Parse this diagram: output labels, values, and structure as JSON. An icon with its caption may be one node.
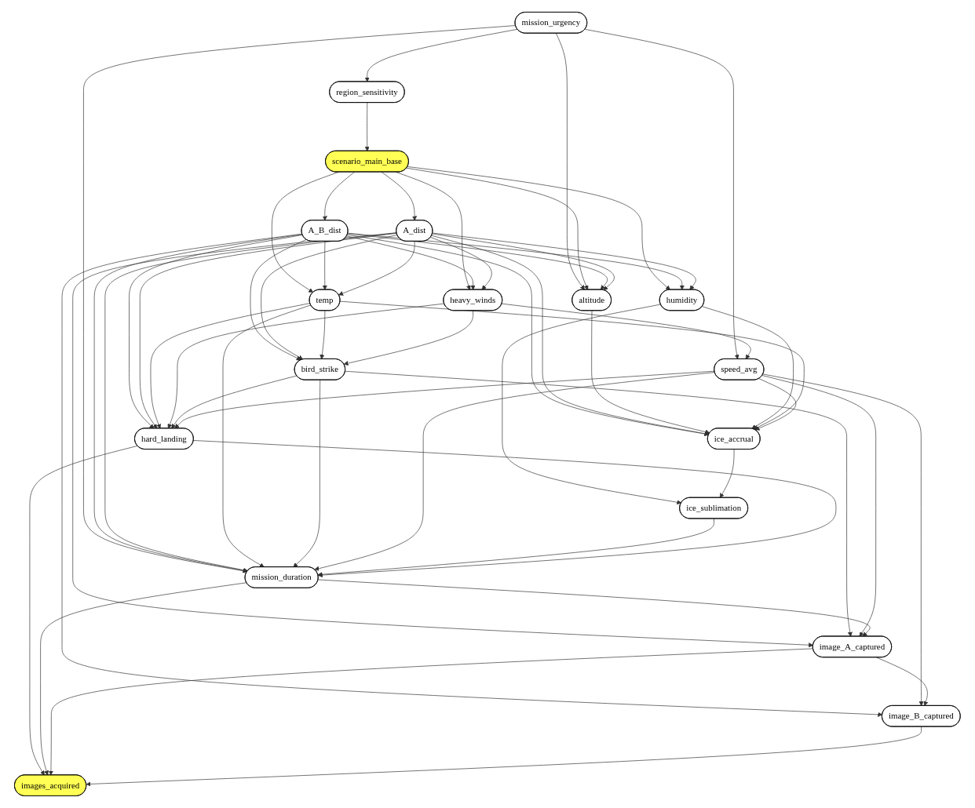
{
  "diagram": {
    "nodes": [
      {
        "text": [
          "mission_urgency"
        ]
      },
      {
        "text": [
          "region_sensitivity"
        ]
      },
      {
        "text": [
          "scenario_main_base"
        ]
      },
      {
        "text": [
          "A_B_dist"
        ]
      },
      {
        "text": [
          "A_dist"
        ]
      },
      {
        "text": [
          "altitude"
        ]
      },
      {
        "text": [
          "humidity"
        ]
      },
      {
        "text": [
          "temp"
        ]
      },
      {
        "text": [
          "heavy_winds"
        ]
      },
      {
        "text": [
          "bird_strike"
        ]
      },
      {
        "text": [
          "speed_avg"
        ]
      },
      {
        "text": [
          "ice_accrual"
        ]
      },
      {
        "text": [
          "hard_landing"
        ]
      },
      {
        "text": [
          "ice_sublimation"
        ]
      },
      {
        "text": [
          "mission_duration"
        ]
      },
      {
        "text": [
          "image_A_captured"
        ]
      },
      {
        "text": [
          "image_B_captured"
        ]
      },
      {
        "text": [
          "images_acquired"
        ]
      }
    ],
    "edges": [
      {
        "from": 0,
        "to": 1,
        "arrow": "to"
      },
      {
        "from": 0,
        "to": 5,
        "arrow": "to"
      },
      {
        "from": 0,
        "to": 14,
        "arrow": "to"
      },
      {
        "from": 0,
        "to": 10,
        "arrow": "to"
      },
      {
        "from": 1,
        "to": 2,
        "arrow": "to"
      },
      {
        "from": 2,
        "to": 3,
        "arrow": "to"
      },
      {
        "from": 2,
        "to": 4,
        "arrow": "to"
      },
      {
        "from": 2,
        "to": 5,
        "arrow": "to"
      },
      {
        "from": 2,
        "to": 6,
        "arrow": "to"
      },
      {
        "from": 2,
        "to": 7,
        "arrow": "to"
      },
      {
        "from": 2,
        "to": 8,
        "arrow": "to"
      },
      {
        "from": 3,
        "to": 5,
        "arrow": "to"
      },
      {
        "from": 3,
        "to": 6,
        "arrow": "to"
      },
      {
        "from": 3,
        "to": 7,
        "arrow": "to"
      },
      {
        "from": 3,
        "to": 8,
        "arrow": "to"
      },
      {
        "from": 3,
        "to": 9,
        "arrow": "to"
      },
      {
        "from": 3,
        "to": 12,
        "arrow": "to"
      },
      {
        "from": 3,
        "to": 11,
        "arrow": "to"
      },
      {
        "from": 3,
        "to": 14,
        "arrow": "to"
      },
      {
        "from": 3,
        "to": 16,
        "arrow": "to"
      },
      {
        "from": 4,
        "to": 5,
        "arrow": "to"
      },
      {
        "from": 4,
        "to": 6,
        "arrow": "to"
      },
      {
        "from": 4,
        "to": 7,
        "arrow": "to"
      },
      {
        "from": 4,
        "to": 8,
        "arrow": "to"
      },
      {
        "from": 4,
        "to": 9,
        "arrow": "to"
      },
      {
        "from": 4,
        "to": 12,
        "arrow": "to"
      },
      {
        "from": 4,
        "to": 11,
        "arrow": "to"
      },
      {
        "from": 4,
        "to": 14,
        "arrow": "to"
      },
      {
        "from": 4,
        "to": 15,
        "arrow": "to"
      },
      {
        "from": 5,
        "to": 11,
        "arrow": "to"
      },
      {
        "from": 6,
        "to": 11,
        "arrow": "to"
      },
      {
        "from": 6,
        "to": 13,
        "arrow": "to"
      },
      {
        "from": 7,
        "to": 11,
        "arrow": "to"
      },
      {
        "from": 7,
        "to": 9,
        "arrow": "to"
      },
      {
        "from": 7,
        "to": 12,
        "arrow": "to"
      },
      {
        "from": 7,
        "to": 14,
        "arrow": "to"
      },
      {
        "from": 8,
        "to": 9,
        "arrow": "to"
      },
      {
        "from": 8,
        "to": 10,
        "arrow": "to"
      },
      {
        "from": 8,
        "to": 12,
        "arrow": "to"
      },
      {
        "from": 9,
        "to": 12,
        "arrow": "to"
      },
      {
        "from": 9,
        "to": 14,
        "arrow": "to"
      },
      {
        "from": 9,
        "to": 15,
        "arrow": "to"
      },
      {
        "from": 10,
        "to": 11,
        "arrow": "to"
      },
      {
        "from": 10,
        "to": 12,
        "arrow": "to"
      },
      {
        "from": 10,
        "to": 14,
        "arrow": "to"
      },
      {
        "from": 10,
        "to": 15,
        "arrow": "to"
      },
      {
        "from": 10,
        "to": 16,
        "arrow": "to"
      },
      {
        "from": 11,
        "to": 13,
        "arrow": "to"
      },
      {
        "from": 13,
        "to": 14,
        "arrow": "to"
      },
      {
        "from": 12,
        "to": 14,
        "arrow": "to"
      },
      {
        "from": 12,
        "to": 17,
        "arrow": "to"
      },
      {
        "from": 14,
        "to": 15,
        "arrow": "to"
      },
      {
        "from": 14,
        "to": 17,
        "arrow": "to"
      },
      {
        "from": 15,
        "to": 16,
        "arrow": "to"
      },
      {
        "from": 15,
        "to": 17,
        "arrow": "to"
      },
      {
        "from": 16,
        "to": 17,
        "arrow": "to"
      }
    ]
  }
}
